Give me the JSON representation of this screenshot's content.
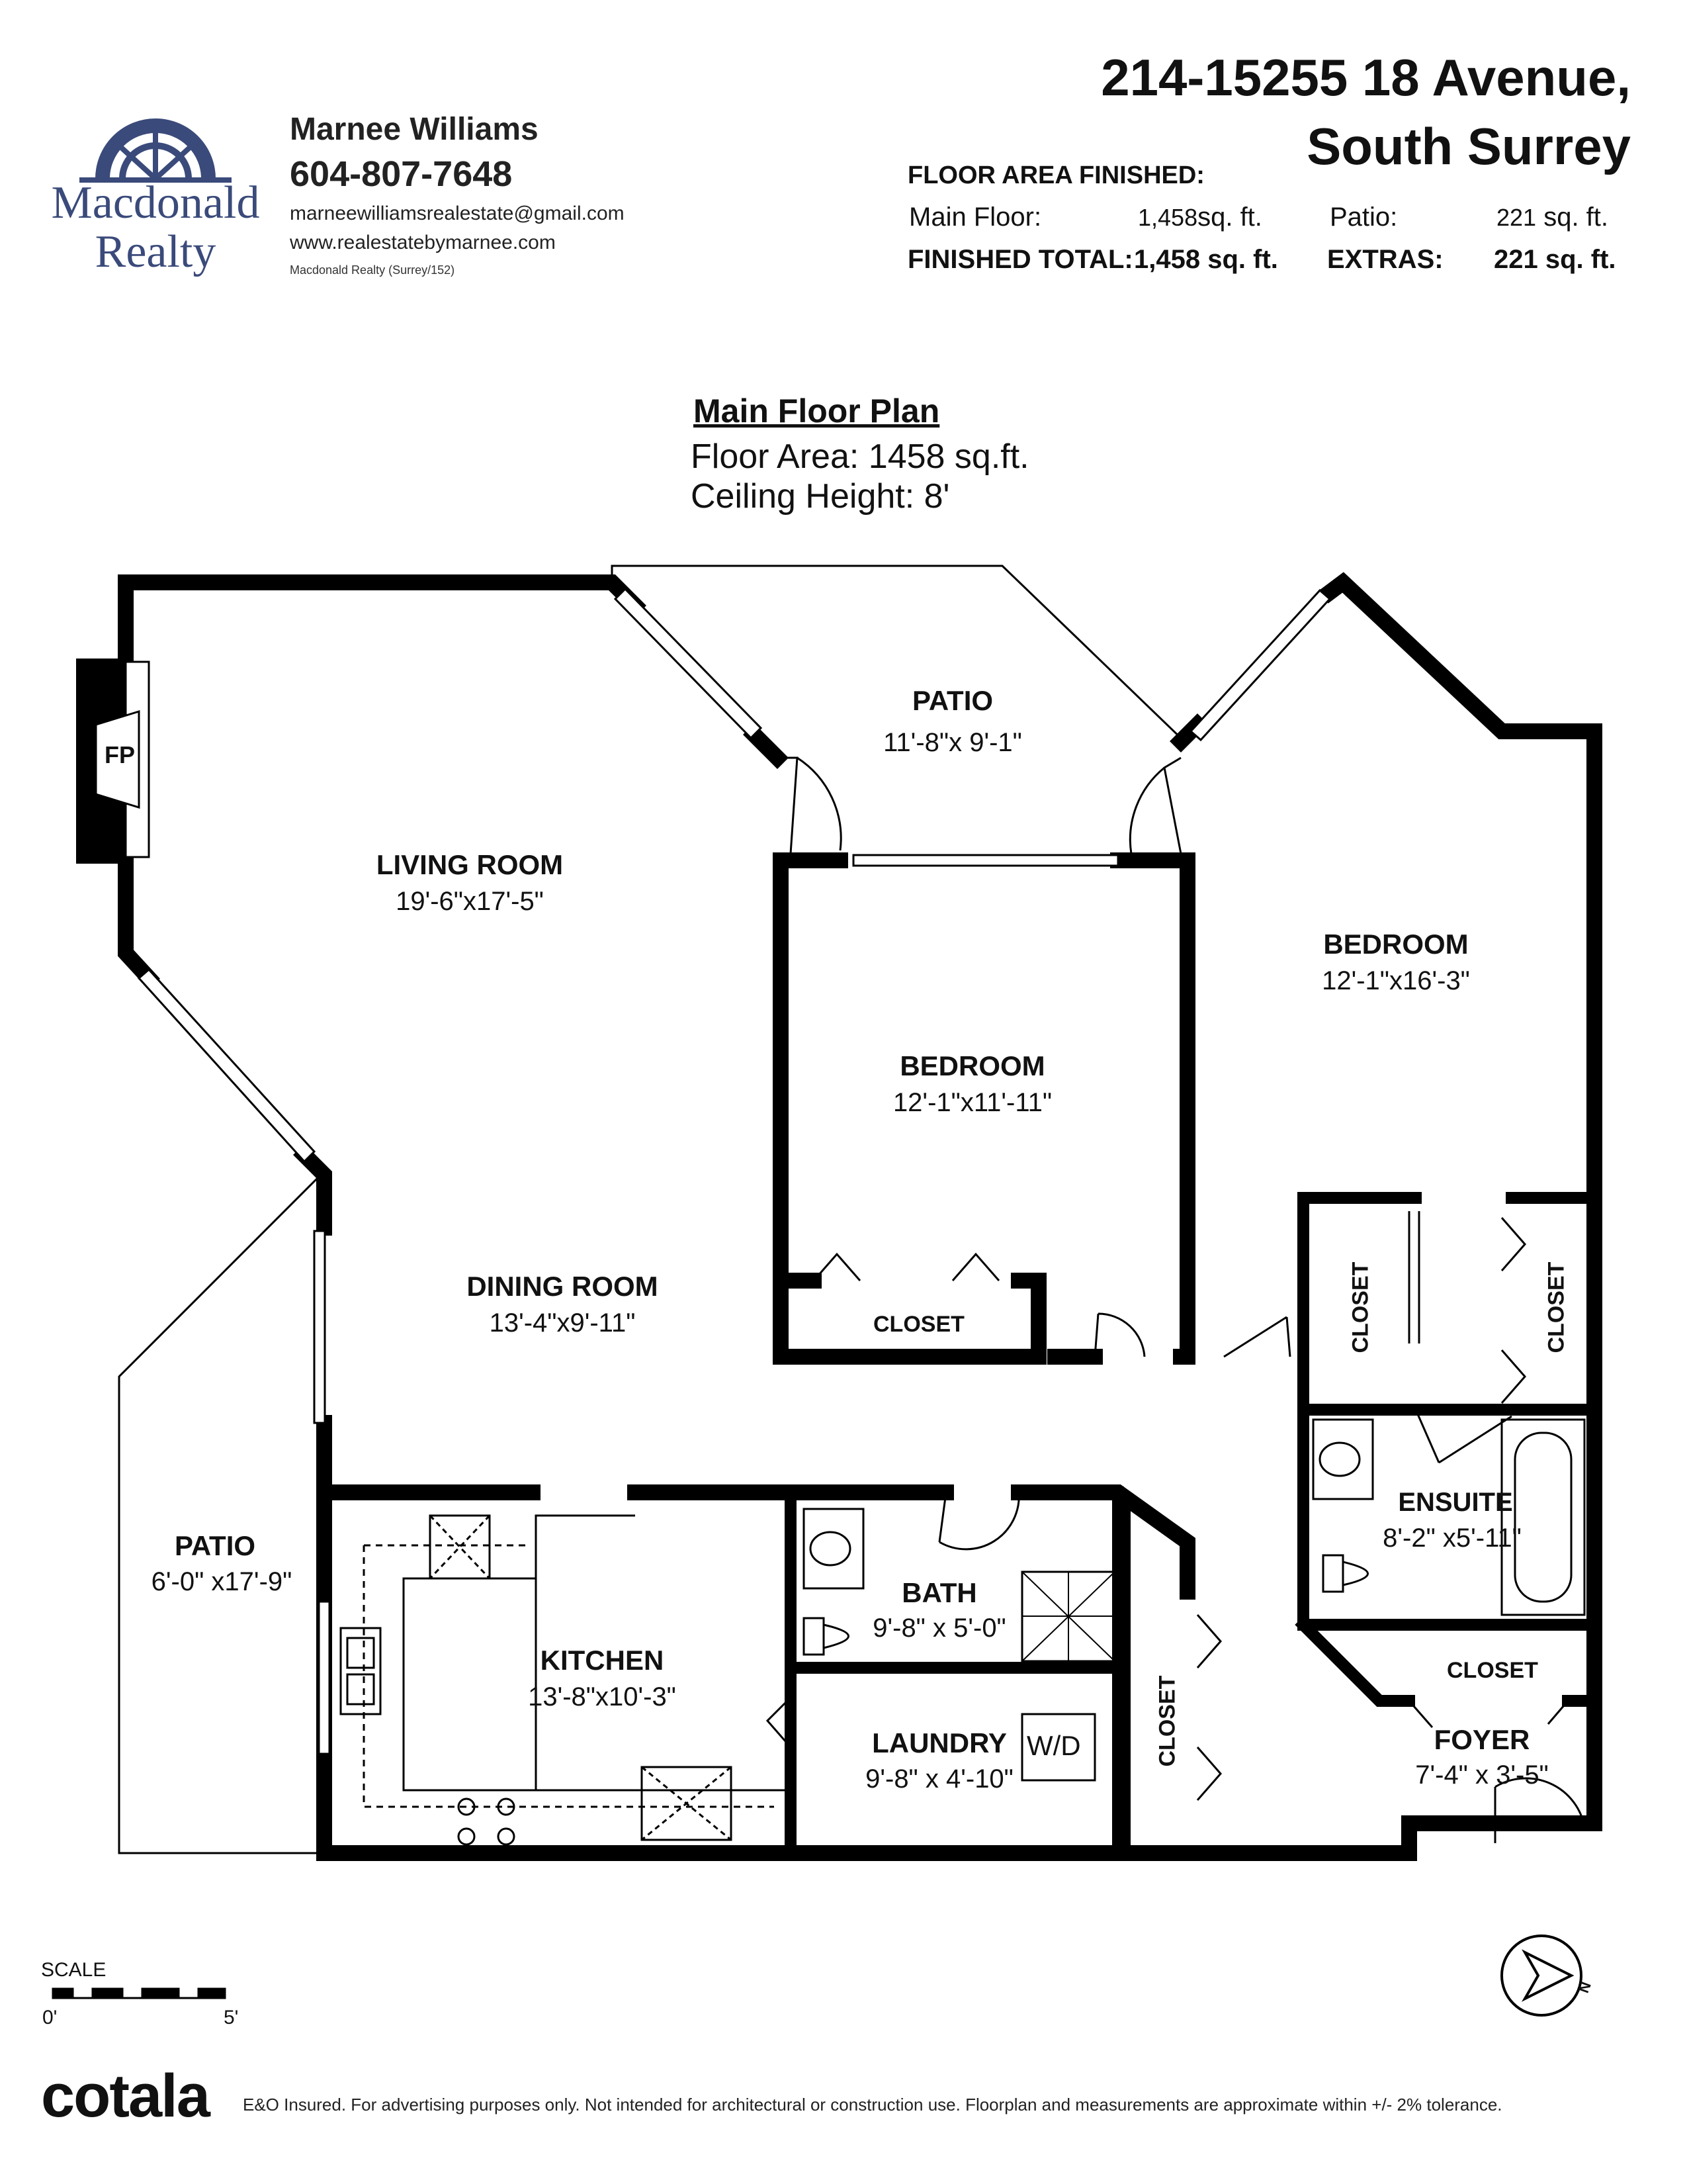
{
  "agent": {
    "name": "Marnee Williams",
    "phone": "604-807-7648",
    "email": "marneewilliamsrealestate@gmail.com",
    "website": "www.realestatebymarnee.com",
    "brokerage_note": "Macdonald Realty (Surrey/152)",
    "logo_line1": "Macdonald",
    "logo_line2": "Realty"
  },
  "address": {
    "line1": "214-15255 18 Avenue,",
    "line2": "South Surrey"
  },
  "floor_area": {
    "heading": "FLOOR AREA FINISHED:",
    "main_floor_label": "Main Floor:",
    "main_floor_value": "1,458",
    "main_floor_unit": "sq. ft.",
    "patio_label": "Patio:",
    "patio_value": "221",
    "patio_unit": "sq. ft.",
    "finished_total_label": "FINISHED TOTAL:",
    "finished_total_value": "1,458 sq. ft.",
    "extras_label": "EXTRAS:",
    "extras_value": "221 sq. ft."
  },
  "plan": {
    "title": "Main Floor Plan",
    "floor_area": "Floor Area: 1458 sq.ft.",
    "ceiling_height": "Ceiling Height: 8'"
  },
  "rooms": {
    "fireplace": "FP",
    "living_name": "LIVING ROOM",
    "living_dim": "19'-6\"x17'-5\"",
    "patio_top_name": "PATIO",
    "patio_top_dim": "11'-8\"x  9'-1\"",
    "bedroom_center_name": "BEDROOM",
    "bedroom_center_dim": "12'-1\"x11'-11\"",
    "bedroom_right_name": "BEDROOM",
    "bedroom_right_dim": "12'-1\"x16'-3\"",
    "dining_name": "DINING ROOM",
    "dining_dim": "13'-4\"x9'-11\"",
    "closet_bedroom": "CLOSET",
    "closet_right_a": "CLOSET",
    "closet_right_b": "CLOSET",
    "ensuite_name": "ENSUITE",
    "ensuite_dim": "8'-2\" x5'-11\"",
    "patio_left_name": "PATIO",
    "patio_left_dim": "6'-0\" x17'-9\"",
    "kitchen_name": "KITCHEN",
    "kitchen_dim": "13'-8\"x10'-3\"",
    "bath_name": "BATH",
    "bath_dim": "9'-8\" x  5'-0\"",
    "laundry_name": "LAUNDRY",
    "laundry_dim": "9'-8\" x 4'-10\"",
    "wd": "W/D",
    "closet_hall": "CLOSET",
    "closet_foyer": "CLOSET",
    "foyer_name": "FOYER",
    "foyer_dim": "7'-4\" x 3'-5\""
  },
  "scale": {
    "label": "SCALE",
    "start": "0'",
    "end": "5'"
  },
  "compass": {
    "label": "N"
  },
  "footer": {
    "brand": "cotala",
    "disclaimer": "E&O Insured. For advertising purposes only. Not intended for architectural or construction use. Floorplan and measurements are approximate within +/- 2% tolerance."
  },
  "colors": {
    "wall": "#000000",
    "logo_blue": "#3a4a7a"
  }
}
